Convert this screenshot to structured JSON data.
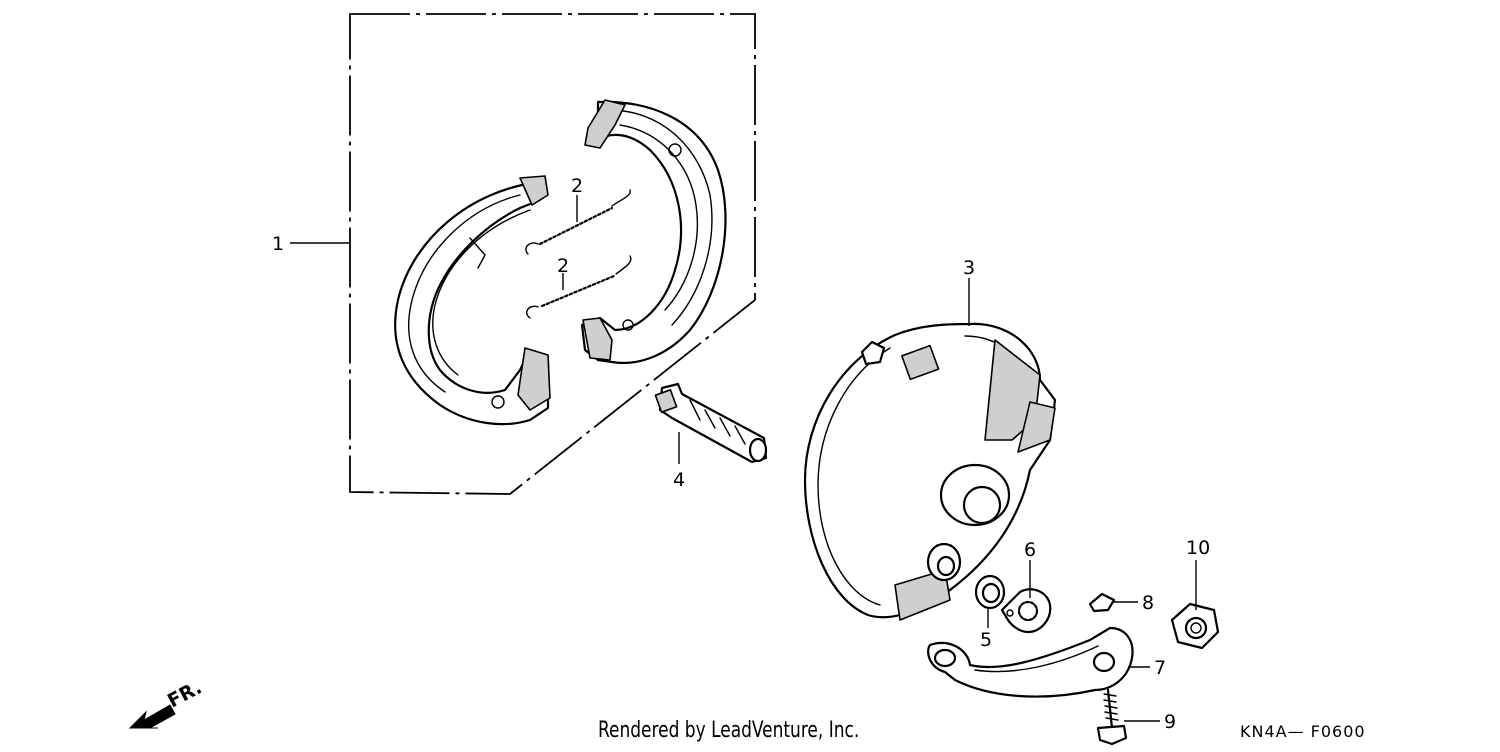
{
  "callouts": {
    "c1": "1",
    "c2a": "2",
    "c2b": "2",
    "c3": "3",
    "c4": "4",
    "c5": "5",
    "c6": "6",
    "c7": "7",
    "c8": "8",
    "c9": "9",
    "c10": "10"
  },
  "footer": {
    "credit": "Rendered by LeadVenture, Inc.",
    "code": "KN4A— F0600"
  },
  "direction_marker": {
    "label": "FR.",
    "icon": "arrow-forward-icon"
  }
}
